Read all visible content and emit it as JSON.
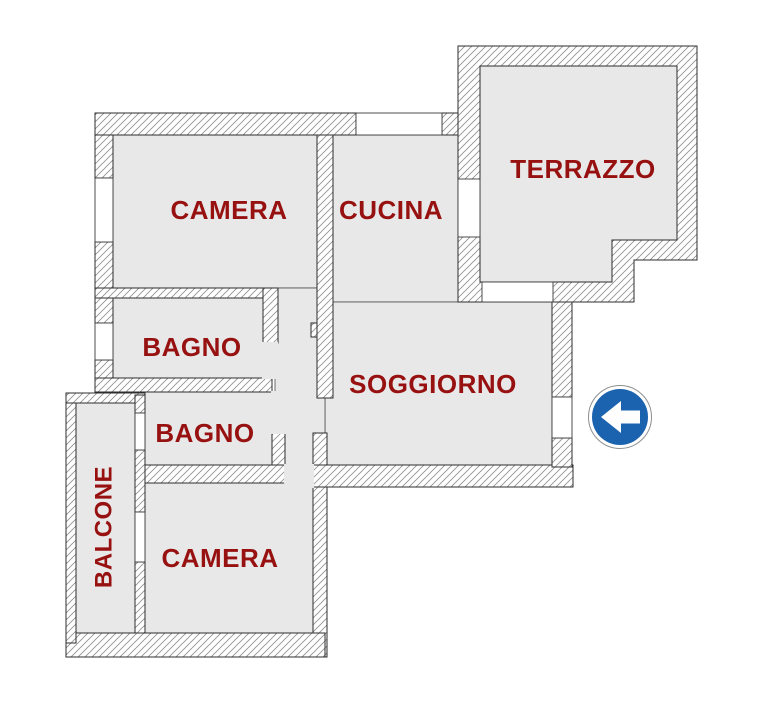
{
  "plan": {
    "rooms": [
      {
        "id": "camera-1",
        "label": "CAMERA"
      },
      {
        "id": "cucina",
        "label": "CUCINA"
      },
      {
        "id": "terrazzo",
        "label": "TERRAZZO"
      },
      {
        "id": "bagno-1",
        "label": "BAGNO"
      },
      {
        "id": "soggiorno",
        "label": "SOGGIORNO"
      },
      {
        "id": "bagno-2",
        "label": "BAGNO"
      },
      {
        "id": "camera-2",
        "label": "CAMERA"
      },
      {
        "id": "balcone",
        "label": "BALCONE"
      }
    ],
    "entrance_sign": {
      "icon": "arrow-left-icon",
      "circle_color": "#1b63ae",
      "arrow_color": "#ffffff"
    },
    "colors": {
      "floor": "#e8e8e8",
      "wall_hatch_line": "#8f8f8f",
      "wall_outline": "#2d2d2d",
      "label_text": "#971111",
      "background": "#ffffff"
    }
  }
}
